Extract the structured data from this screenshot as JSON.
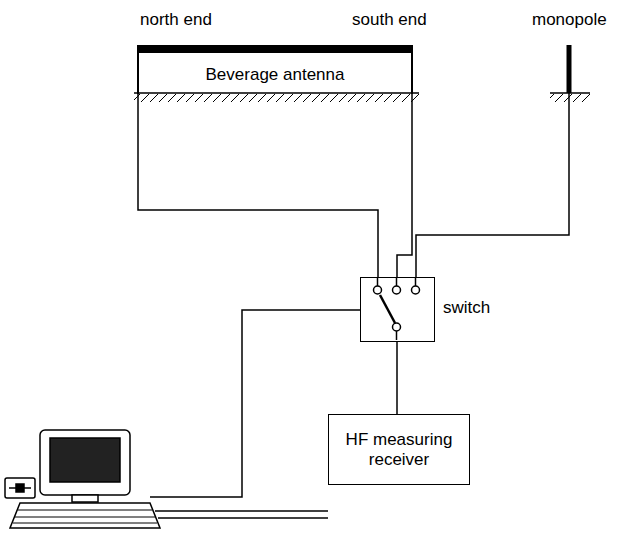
{
  "diagram": {
    "nodes": [
      {
        "text": [
          "Beverage antenna"
        ]
      },
      {
        "text": [
          "switch"
        ]
      },
      {
        "text": [
          "HF measuring receiver"
        ]
      }
    ],
    "edges": [
      {
        "from": 0,
        "to": 1,
        "arrow": "none"
      },
      {
        "from": 0,
        "to": 1,
        "arrow": "none"
      },
      {
        "from": 1,
        "to": 2,
        "arrow": "none"
      }
    ],
    "labels": [
      "north end",
      "south end",
      "monopole"
    ]
  }
}
